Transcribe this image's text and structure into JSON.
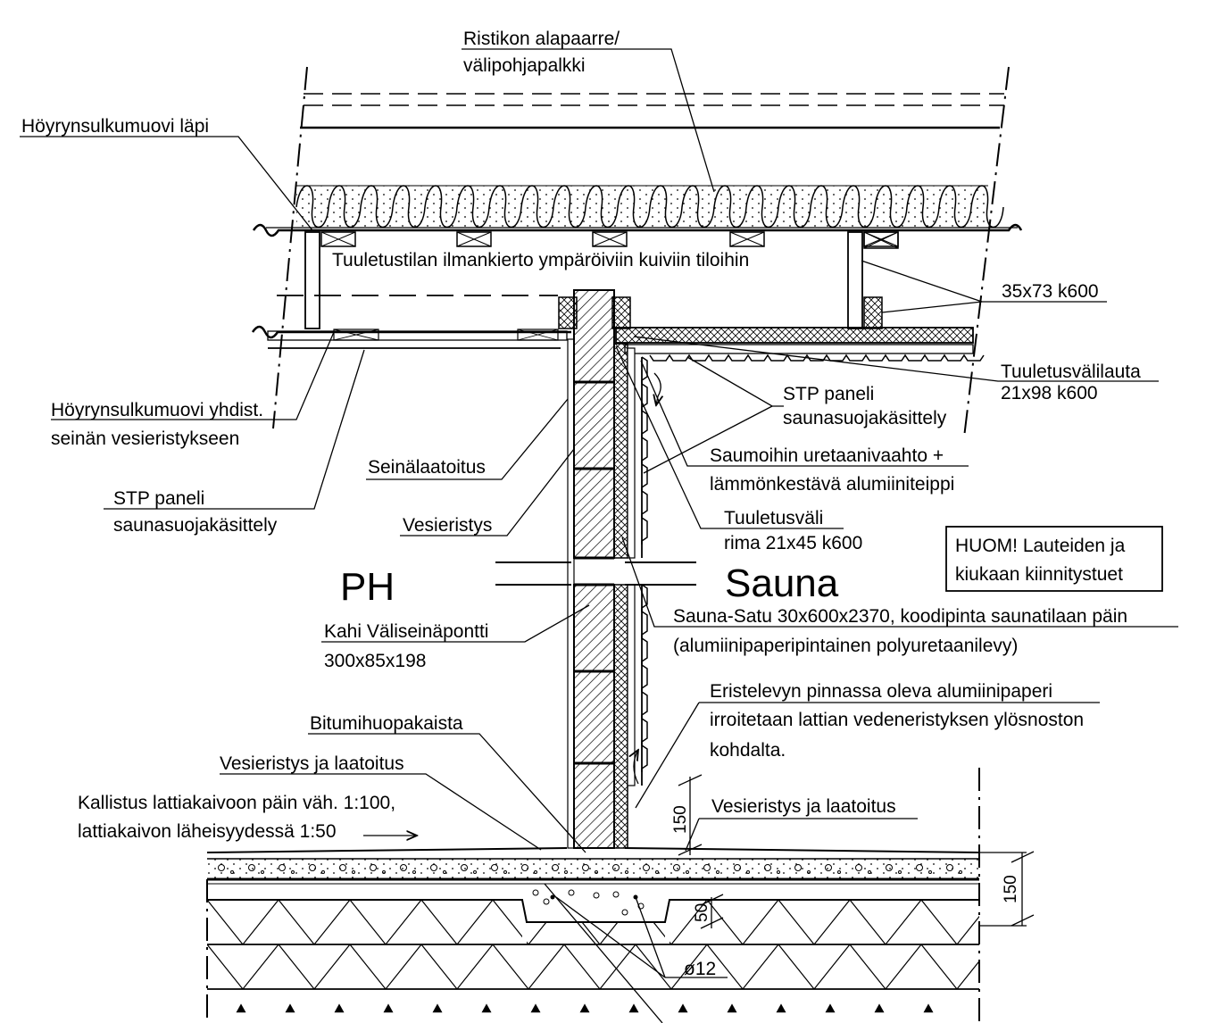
{
  "labels": {
    "ristikko_1": "Ristikon alapaarre/",
    "ristikko_2": "välipohjapalkki",
    "hoyrynsulku_lapi": "Höyrynsulkumuovi läpi",
    "tuuletustila": "Tuuletustilan ilmankierto ympäröiviin kuiviin tiloihin",
    "rima_35x73": "35x73 k600",
    "tuuletusvalilauta_1": "Tuuletusvälilauta",
    "tuuletusvalilauta_2": "21x98 k600",
    "stp_katto_1": "STP paneli",
    "stp_katto_2": "saunasuojakäsittely",
    "hoyrynsulku_yhd_1": "Höyrynsulkumuovi yhdist.",
    "hoyrynsulku_yhd_2": "seinän vesieristykseen",
    "saumoihin_1": "Saumoihin uretaanivaahto +",
    "saumoihin_2": "lämmönkestävä alumiiniteippi",
    "seinalaatoitus": "Seinälaatoitus",
    "stp_seina_1": "STP paneli",
    "stp_seina_2": "saunasuojakäsittely",
    "tuuletusvali_1": "Tuuletusväli",
    "tuuletusvali_2": "rima 21x45 k600",
    "vesieristys": "Vesieristys",
    "huom_1": "HUOM! Lauteiden ja",
    "huom_2": "kiukaan kiinnitystuet",
    "ph": "PH",
    "sauna": "Sauna",
    "saunasatu_1": "Sauna-Satu 30x600x2370, koodipinta saunatilaan päin",
    "saunasatu_2": "(alumiinipaperipintainen polyuretaanilevy)",
    "kahi_1": "Kahi Väliseinäpontti",
    "kahi_2": "300x85x198",
    "eriste_1": "Eristelevyn pinnassa oleva alumiinipaperi",
    "eriste_2": "irroitetaan lattian vedeneristyksen ylösnoston",
    "eriste_3": "kohdalta.",
    "bitumi": "Bitumihuopakaista",
    "vesieristys_laatoitus_1": "Vesieristys ja laatoitus",
    "vesieristys_laatoitus_2": "Vesieristys ja laatoitus",
    "kallistus_1": "Kallistus lattiakaivoon päin väh. 1:100,",
    "kallistus_2": "lattiakaivon läheisyydessä 1:50",
    "rebar": "ø12"
  },
  "dimensions": {
    "upnosto": "150",
    "laatta": "150",
    "palkki": "50"
  }
}
